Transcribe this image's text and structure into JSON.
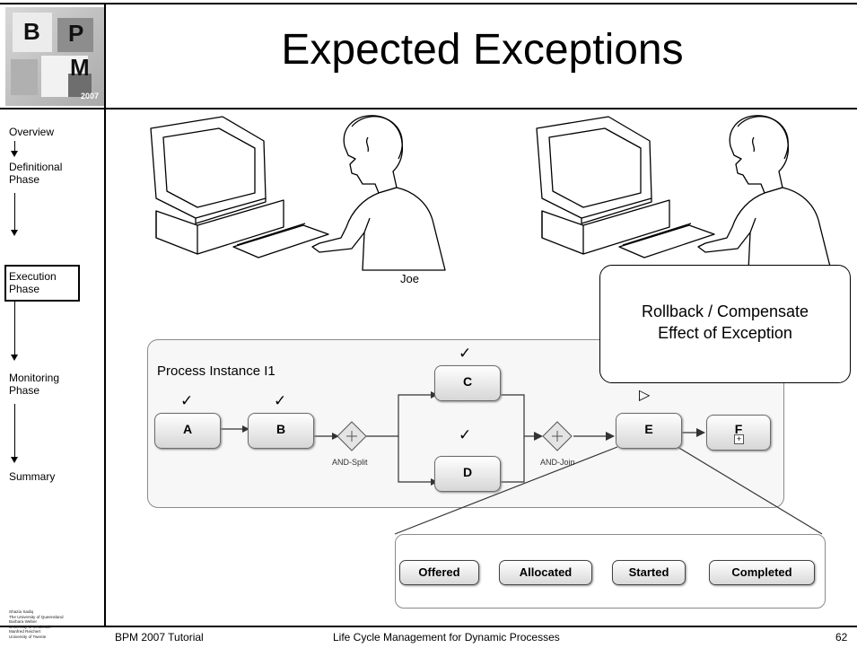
{
  "slide": {
    "title": "Expected Exceptions",
    "page_number": "62"
  },
  "logo": {
    "letter_b": "B",
    "letter_p": "P",
    "letter_m": "M",
    "year": "2007"
  },
  "sidebar": {
    "items": [
      {
        "label": "Overview",
        "active": false
      },
      {
        "label": "Definitional\nPhase",
        "active": false
      },
      {
        "label": "Execution\nPhase",
        "active": true
      },
      {
        "label": "Monitoring\nPhase",
        "active": false
      },
      {
        "label": "Summary",
        "active": false
      }
    ],
    "credits": [
      "Shazia Sadiq",
      "The University of Queensland",
      "Barbara Weber",
      "University of Innsbruck",
      "Manfred Reichert",
      "University of Twente"
    ]
  },
  "footer": {
    "left": "BPM 2007 Tutorial",
    "center": "Life Cycle Management for Dynamic Processes"
  },
  "people": {
    "left_name": "Joe"
  },
  "process": {
    "title": "Process Instance I1",
    "tasks": {
      "a": "A",
      "b": "B",
      "c": "C",
      "d": "D",
      "e": "E",
      "f": "F"
    },
    "check_mark": "✓",
    "current_mark": "▷",
    "and_split": "AND-Split",
    "and_join": "AND-Join"
  },
  "lifecycle": {
    "states": [
      "Offered",
      "Allocated",
      "Started",
      "Completed"
    ]
  },
  "callout": {
    "line1": "Rollback / Compensate",
    "line2": "Effect of Exception"
  }
}
